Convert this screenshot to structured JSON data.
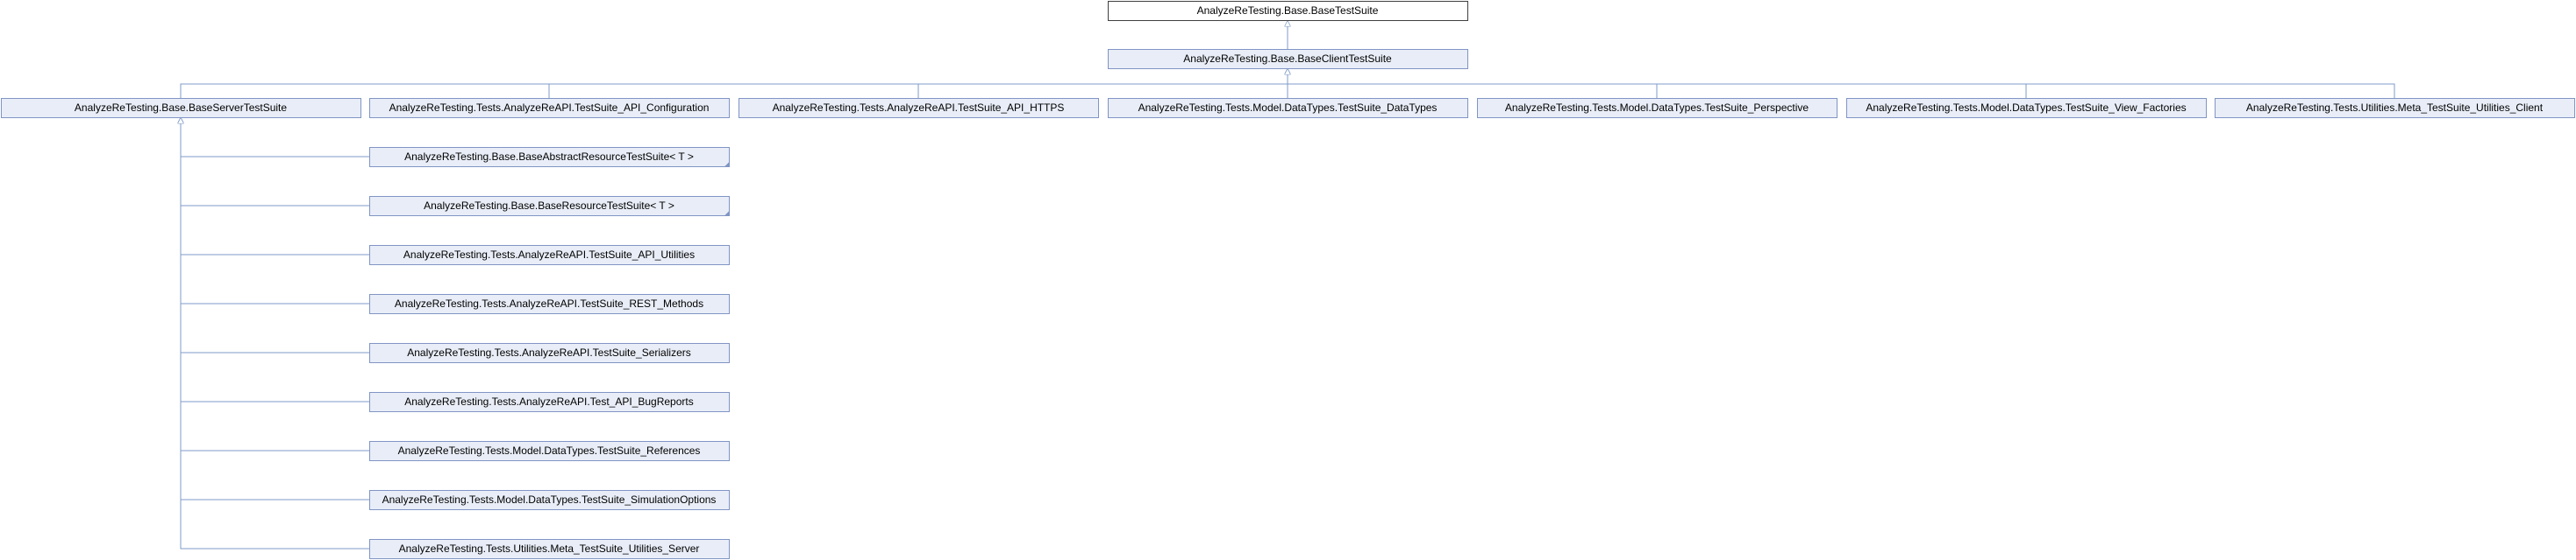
{
  "diagram": {
    "kind": "class-inheritance",
    "colors": {
      "node_fill": "#e8edf7",
      "node_border": "#8094c4",
      "root_fill": "#ffffff",
      "root_border": "#404040",
      "edge": "#7f9bc9",
      "text": "#000000"
    },
    "nodes": [
      {
        "id": "base-test-suite",
        "label": "AnalyzeReTesting.Base.BaseTestSuite",
        "root": true,
        "template": false
      },
      {
        "id": "base-client-test-suite",
        "label": "AnalyzeReTesting.Base.BaseClientTestSuite",
        "template": false
      },
      {
        "id": "base-server-test-suite",
        "label": "AnalyzeReTesting.Base.BaseServerTestSuite",
        "template": false
      },
      {
        "id": "test-suite-api-configuration",
        "label": "AnalyzeReTesting.Tests.AnalyzeReAPI.TestSuite_API_Configuration",
        "template": false
      },
      {
        "id": "test-suite-api-https",
        "label": "AnalyzeReTesting.Tests.AnalyzeReAPI.TestSuite_API_HTTPS",
        "template": false
      },
      {
        "id": "test-suite-datatypes",
        "label": "AnalyzeReTesting.Tests.Model.DataTypes.TestSuite_DataTypes",
        "template": false
      },
      {
        "id": "test-suite-perspective",
        "label": "AnalyzeReTesting.Tests.Model.DataTypes.TestSuite_Perspective",
        "template": false
      },
      {
        "id": "test-suite-view-factories",
        "label": "AnalyzeReTesting.Tests.Model.DataTypes.TestSuite_View_Factories",
        "template": false
      },
      {
        "id": "meta-test-suite-utilities-client",
        "label": "AnalyzeReTesting.Tests.Utilities.Meta_TestSuite_Utilities_Client",
        "template": false
      },
      {
        "id": "base-abstract-resource-test-suite",
        "label": "AnalyzeReTesting.Base.BaseAbstractResourceTestSuite< T >",
        "template": true
      },
      {
        "id": "base-resource-test-suite",
        "label": "AnalyzeReTesting.Base.BaseResourceTestSuite< T >",
        "template": true
      },
      {
        "id": "test-suite-api-utilities",
        "label": "AnalyzeReTesting.Tests.AnalyzeReAPI.TestSuite_API_Utilities",
        "template": false
      },
      {
        "id": "test-suite-rest-methods",
        "label": "AnalyzeReTesting.Tests.AnalyzeReAPI.TestSuite_REST_Methods",
        "template": false
      },
      {
        "id": "test-suite-serializers",
        "label": "AnalyzeReTesting.Tests.AnalyzeReAPI.TestSuite_Serializers",
        "template": false
      },
      {
        "id": "test-api-bugreports",
        "label": "AnalyzeReTesting.Tests.AnalyzeReAPI.Test_API_BugReports",
        "template": false
      },
      {
        "id": "test-suite-references",
        "label": "AnalyzeReTesting.Tests.Model.DataTypes.TestSuite_References",
        "template": false
      },
      {
        "id": "test-suite-simulation-options",
        "label": "AnalyzeReTesting.Tests.Model.DataTypes.TestSuite_SimulationOptions",
        "template": false
      },
      {
        "id": "meta-test-suite-utilities-server",
        "label": "AnalyzeReTesting.Tests.Utilities.Meta_TestSuite_Utilities_Server",
        "template": false
      }
    ],
    "edges": [
      {
        "from": "base-client-test-suite",
        "to": "base-test-suite"
      },
      {
        "from": "base-server-test-suite",
        "to": "base-client-test-suite"
      },
      {
        "from": "test-suite-api-configuration",
        "to": "base-client-test-suite"
      },
      {
        "from": "test-suite-api-https",
        "to": "base-client-test-suite"
      },
      {
        "from": "test-suite-datatypes",
        "to": "base-client-test-suite"
      },
      {
        "from": "test-suite-perspective",
        "to": "base-client-test-suite"
      },
      {
        "from": "test-suite-view-factories",
        "to": "base-client-test-suite"
      },
      {
        "from": "meta-test-suite-utilities-client",
        "to": "base-client-test-suite"
      },
      {
        "from": "base-abstract-resource-test-suite",
        "to": "base-server-test-suite"
      },
      {
        "from": "base-resource-test-suite",
        "to": "base-server-test-suite"
      },
      {
        "from": "test-suite-api-utilities",
        "to": "base-server-test-suite"
      },
      {
        "from": "test-suite-rest-methods",
        "to": "base-server-test-suite"
      },
      {
        "from": "test-suite-serializers",
        "to": "base-server-test-suite"
      },
      {
        "from": "test-api-bugreports",
        "to": "base-server-test-suite"
      },
      {
        "from": "test-suite-references",
        "to": "base-server-test-suite"
      },
      {
        "from": "test-suite-simulation-options",
        "to": "base-server-test-suite"
      },
      {
        "from": "meta-test-suite-utilities-server",
        "to": "base-server-test-suite"
      }
    ]
  }
}
